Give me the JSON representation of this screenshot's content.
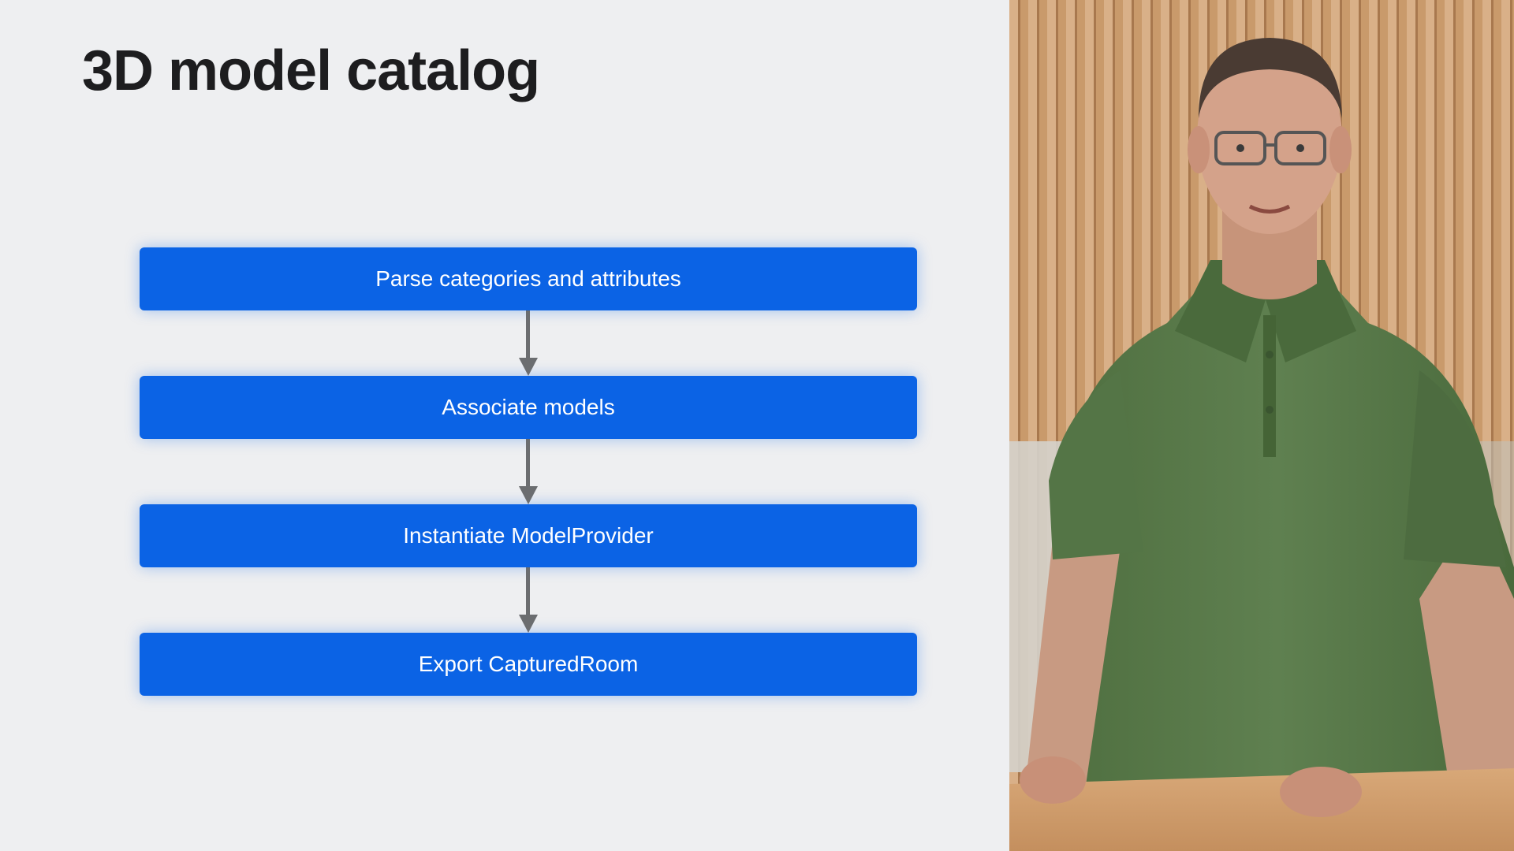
{
  "slide": {
    "title": "3D model catalog"
  },
  "flowchart": {
    "steps": [
      {
        "label": "Parse categories and attributes"
      },
      {
        "label": "Associate models"
      },
      {
        "label": "Instantiate ModelProvider"
      },
      {
        "label": "Export CapturedRoom"
      }
    ],
    "box_color": "#0B63E5",
    "arrow_color": "#6B6D70"
  },
  "presenter_video": {
    "subject": "presenter in green polo shirt standing behind wooden table",
    "background": "vertical wooden slat wall"
  }
}
